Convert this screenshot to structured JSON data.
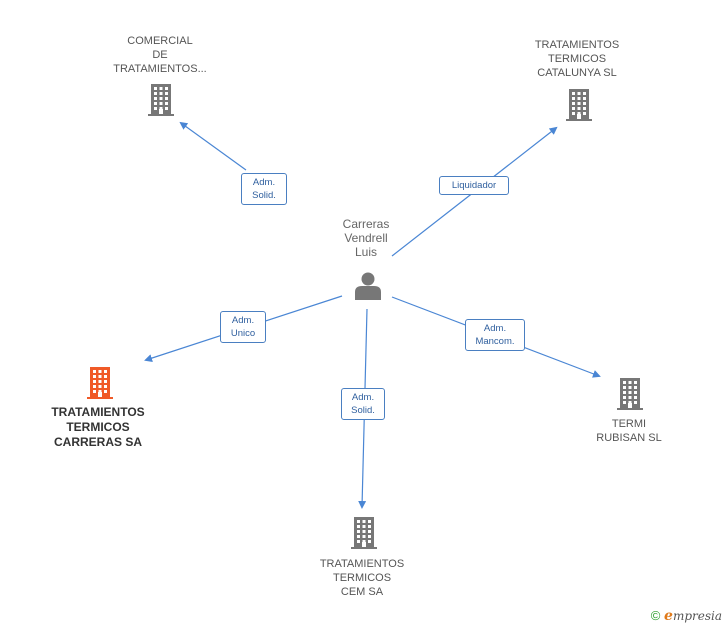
{
  "center": {
    "name_lines": [
      "Carreras",
      "Vendrell",
      "Luis"
    ],
    "icon": "person-icon"
  },
  "nodes": [
    {
      "id": "comercial",
      "lines": [
        "COMERCIAL",
        "DE",
        "TRATAMIENTOS..."
      ],
      "icon": "building-icon",
      "color": "#777777"
    },
    {
      "id": "catalunya",
      "lines": [
        "TRATAMIENTOS",
        "TERMICOS",
        "CATALUNYA SL"
      ],
      "icon": "building-icon",
      "color": "#777777"
    },
    {
      "id": "carreras",
      "lines": [
        "TRATAMIENTOS",
        "TERMICOS",
        "CARRERAS SA"
      ],
      "icon": "building-icon",
      "color": "#f05a28"
    },
    {
      "id": "cem",
      "lines": [
        "TRATAMIENTOS",
        "TERMICOS",
        "CEM SA"
      ],
      "icon": "building-icon",
      "color": "#777777"
    },
    {
      "id": "rubisan",
      "lines": [
        "TERMI",
        "RUBISAN SL"
      ],
      "icon": "building-icon",
      "color": "#777777"
    }
  ],
  "edges": [
    {
      "to": "comercial",
      "label_lines": [
        "Adm.",
        "Solid."
      ]
    },
    {
      "to": "catalunya",
      "label_lines": [
        "Liquidador"
      ]
    },
    {
      "to": "carreras",
      "label_lines": [
        "Adm.",
        "Unico"
      ]
    },
    {
      "to": "cem",
      "label_lines": [
        "Adm.",
        "Solid."
      ]
    },
    {
      "to": "rubisan",
      "label_lines": [
        "Adm.",
        "Mancom."
      ]
    }
  ],
  "colors": {
    "edge": "#4a86d4",
    "person": "#777777"
  },
  "footer": {
    "copyright": "©",
    "brand_initial": "e",
    "brand_rest": "mpresia"
  }
}
